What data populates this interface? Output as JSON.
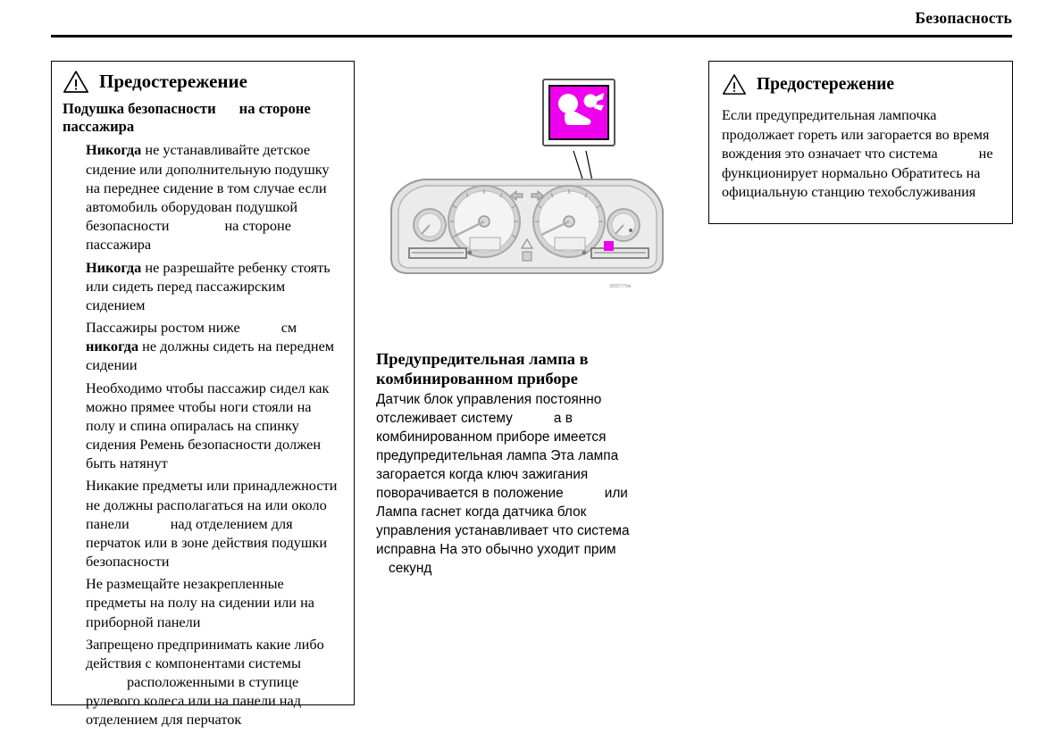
{
  "header": {
    "title": "Безопасность"
  },
  "warning_left": {
    "icon": "warning-triangle-icon",
    "title": "Предостережение",
    "subheading_line1": "Подушка безопасности",
    "subheading_line2": "на стороне",
    "subheading_line3": "пассажира",
    "items": [
      {
        "lead": "Никогда",
        "text": "не устанавливайте детское сидение или дополнительную подушку на переднее сидение в том случае  если автомобиль оборудован подушкой безопасности"
      },
      {
        "lead": "Никогда",
        "text": "не разрешайте ребенку стоять или сидеть перед пассажирским сидением"
      },
      {
        "pre": "Пассажиры ростом ниже",
        "unit": "см",
        "lead": "никогда",
        "text": "не должны сидеть на переднем сидении"
      },
      {
        "text": "Необходимо  чтобы пассажир сидел как можно прямее  чтобы ноги стояли на полу  и спина опиралась на спинку сидения  Ремень безопасности должен быть натянут"
      },
      {
        "text_a": "Никакие предметы или принадлежности не должны располагаться на или около панели",
        "text_b": "над отделением для перчаток или в зоне действия подушки безопасности"
      },
      {
        "text": "Не размещайте незакрепленные предметы на полу  на сидении или на приборной панели"
      },
      {
        "text_a": "Запрещено предпринимать какие либо действия с компонентами системы",
        "text_b": "расположенными в ступице рулевого колеса или на панели над отделением для перчаток"
      }
    ],
    "tail_after_cushion": "на стороне пассажира"
  },
  "figure": {
    "airbag_symbol_name": "airbag-warning-symbol",
    "airbag_symbol_color": "#ee00ee",
    "cluster_name": "instrument-cluster-illustration",
    "indicator_color": "#ee00ee",
    "caption": "3805779м"
  },
  "middle": {
    "heading_line1": "Предупредительная лампа в",
    "heading_line2": "комбинированном приборе",
    "paragraph_1a": "Датчик блок управления постоянно отслеживает систему",
    "paragraph_1b": "а в комбинированном приборе имеется предупредительная лампа  Эта лампа загорается  когда ключ зажигания поворачивается в положение",
    "paragraph_1c": "или",
    "paragraph_2a": "Лампа гаснет  когда датчика блок управления устанавливает  что система исправна  На это обычно уходит прим",
    "paragraph_2b": "секунд"
  },
  "warning_right": {
    "icon": "warning-triangle-icon",
    "title": "Предостережение",
    "text_a": "Если предупредительная лампочка продолжает гореть или загорается во время вождения  это означает  что система",
    "text_b": "не функционирует нормально  Обратитесь на официальную станцию техобслуживания"
  }
}
